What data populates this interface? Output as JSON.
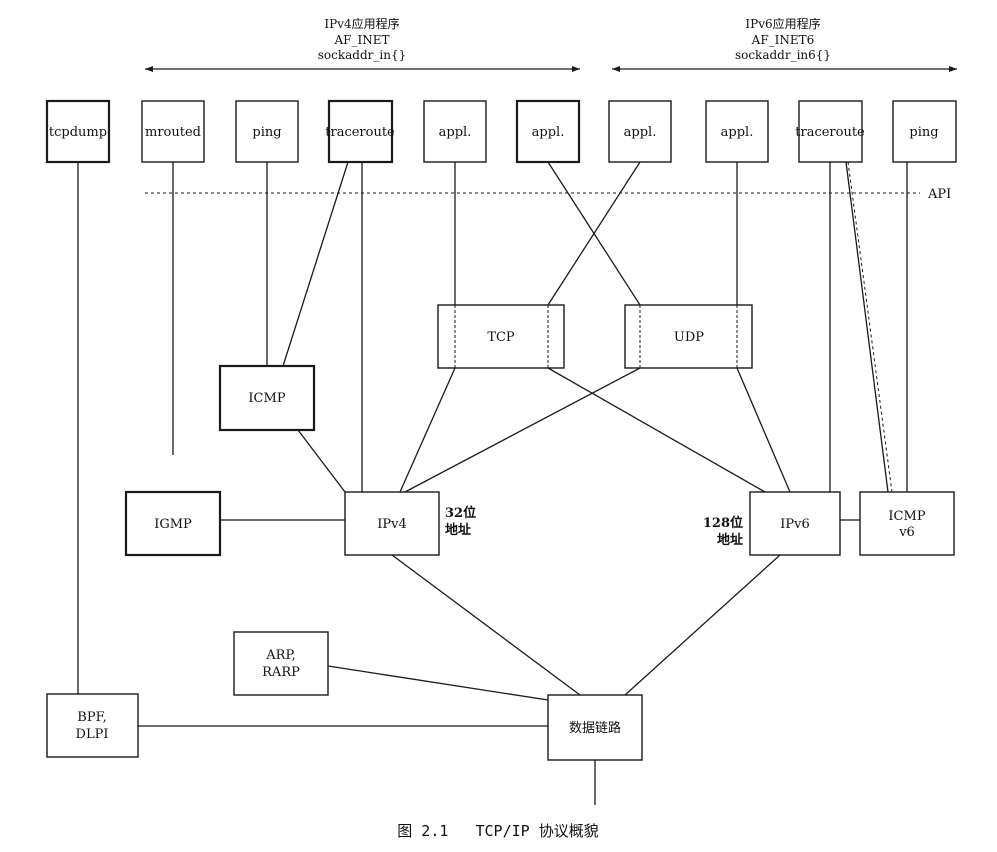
{
  "header": {
    "ipv4": [
      "IPv4应用程序",
      "AF_INET",
      "sockaddr_in{}"
    ],
    "ipv6": [
      "IPv6应用程序",
      "AF_INET6",
      "sockaddr_in6{}"
    ]
  },
  "apps": {
    "tcpdump": "tcpdump",
    "mrouted": "mrouted",
    "ping4": "ping",
    "traceroute4": "traceroute",
    "appl1": "appl.",
    "appl2": "appl.",
    "appl3": "appl.",
    "appl4": "appl.",
    "traceroute6": "traceroute",
    "ping6": "ping"
  },
  "api_label": "API",
  "protocols": {
    "tcp": "TCP",
    "udp": "UDP",
    "icmp": "ICMP",
    "igmp": "IGMP",
    "ipv4": "IPv4",
    "ipv6": "IPv6",
    "icmpv6": [
      "ICMP",
      "v6"
    ],
    "arp": [
      "ARP,",
      "RARP"
    ],
    "bpf": [
      "BPF,",
      "DLPI"
    ],
    "datalink": "数据链路"
  },
  "address_notes": {
    "ipv4": [
      "32位",
      "地址"
    ],
    "ipv6": [
      "128位",
      "地址"
    ]
  },
  "caption": "图 2.1   TCP/IP 协议概貌"
}
